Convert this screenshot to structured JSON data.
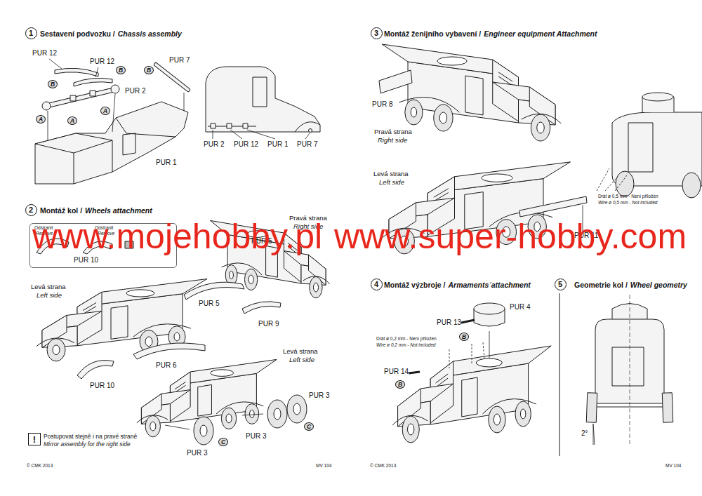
{
  "diagram": {
    "nodes": [
      {
        "text": [
          "1"
        ]
      },
      {
        "text": [
          "B"
        ]
      },
      {
        "text": [
          "B"
        ]
      },
      {
        "text": [
          "B"
        ]
      },
      {
        "text": [
          "A"
        ]
      },
      {
        "text": [
          "A"
        ]
      },
      {
        "text": [
          "A"
        ]
      },
      {
        "text": [
          "2"
        ]
      },
      {
        "text": [
          "Odstranit",
          "Remove",
          "Odstranit",
          "Remove",
          "PUR 10"
        ]
      },
      {
        "text": [
          "C"
        ]
      },
      {
        "text": [
          "C"
        ]
      },
      {
        "text": [
          "!"
        ]
      },
      {
        "text": [
          "3"
        ]
      },
      {
        "text": [
          "4"
        ]
      },
      {
        "text": [
          "B"
        ]
      },
      {
        "text": [
          "B"
        ]
      },
      {
        "text": [
          "5"
        ]
      }
    ],
    "labels": [
      "Sestavení podvozku /",
      "Chassis assembly",
      "PUR 12",
      "PUR 12",
      "PUR 7",
      "PUR 2",
      "PUR 1",
      "PUR 2",
      "PUR 12",
      "PUR 1",
      "PUR 7",
      "Montáž kol /",
      "Wheels attachment",
      "PUR 5",
      "Pravá strana",
      "Right side",
      "Levá strana",
      "Left side",
      "PUR 5",
      "PUR 9",
      "PUR 6",
      "PUR 10",
      "Levá strana",
      "Left side",
      "PUR 3",
      "PUR 3",
      "PUR 3",
      "Postupovat stejně i na pravé straně",
      "Mirror assembly for the right side",
      "© CMK 2013",
      "MV 104",
      "Montáž ženijního vybavení /",
      "Engineer equipment Attachment",
      "PUR 8",
      "Pravá strana",
      "Right side",
      "Levá strana",
      "Left side",
      "PUR 11",
      "Drát ø 0,5 mm - Není přiložen",
      "Wire ø 0,5 mm - Not included",
      "Montáž výzbroje /",
      "Armaments´attachment",
      "PUR 4",
      "PUR 13",
      "Drát ø 0,2 mm - Není přiložen",
      "Wire ø 0,2 mm - Not included",
      "PUR 14",
      "Geometrie kol /",
      "Wheel geometry",
      "2°",
      "© CMK 2013",
      "MV 104",
      "www.mojehobby.pl",
      "www.super-hobby.com"
    ]
  }
}
